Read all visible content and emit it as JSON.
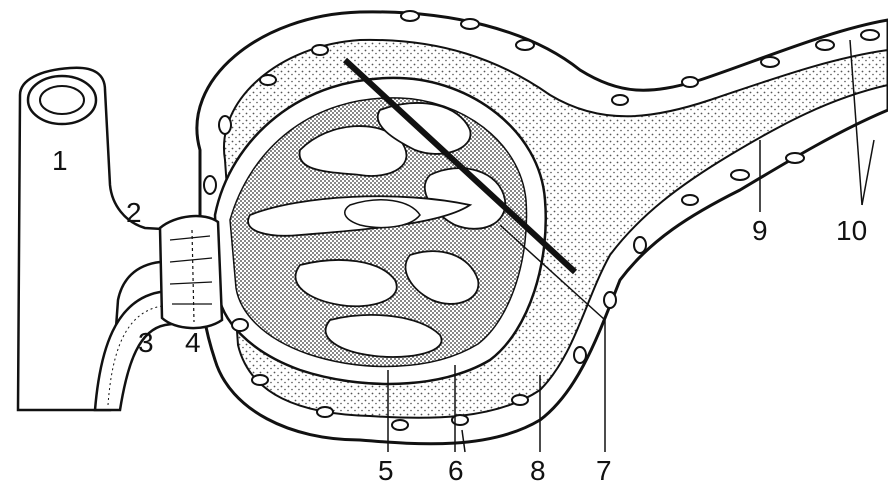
{
  "diagram": {
    "labels": [
      {
        "id": "1",
        "text": "1"
      },
      {
        "id": "2",
        "text": "2"
      },
      {
        "id": "3",
        "text": "3"
      },
      {
        "id": "4",
        "text": "4"
      },
      {
        "id": "5",
        "text": "5"
      },
      {
        "id": "6",
        "text": "6"
      },
      {
        "id": "7",
        "text": "7"
      },
      {
        "id": "8",
        "text": "8"
      },
      {
        "id": "9",
        "text": "9"
      },
      {
        "id": "10",
        "text": "10"
      }
    ],
    "colors": {
      "ink": "#111111",
      "stipple": "#6b6b6b",
      "background": "#ffffff"
    }
  }
}
